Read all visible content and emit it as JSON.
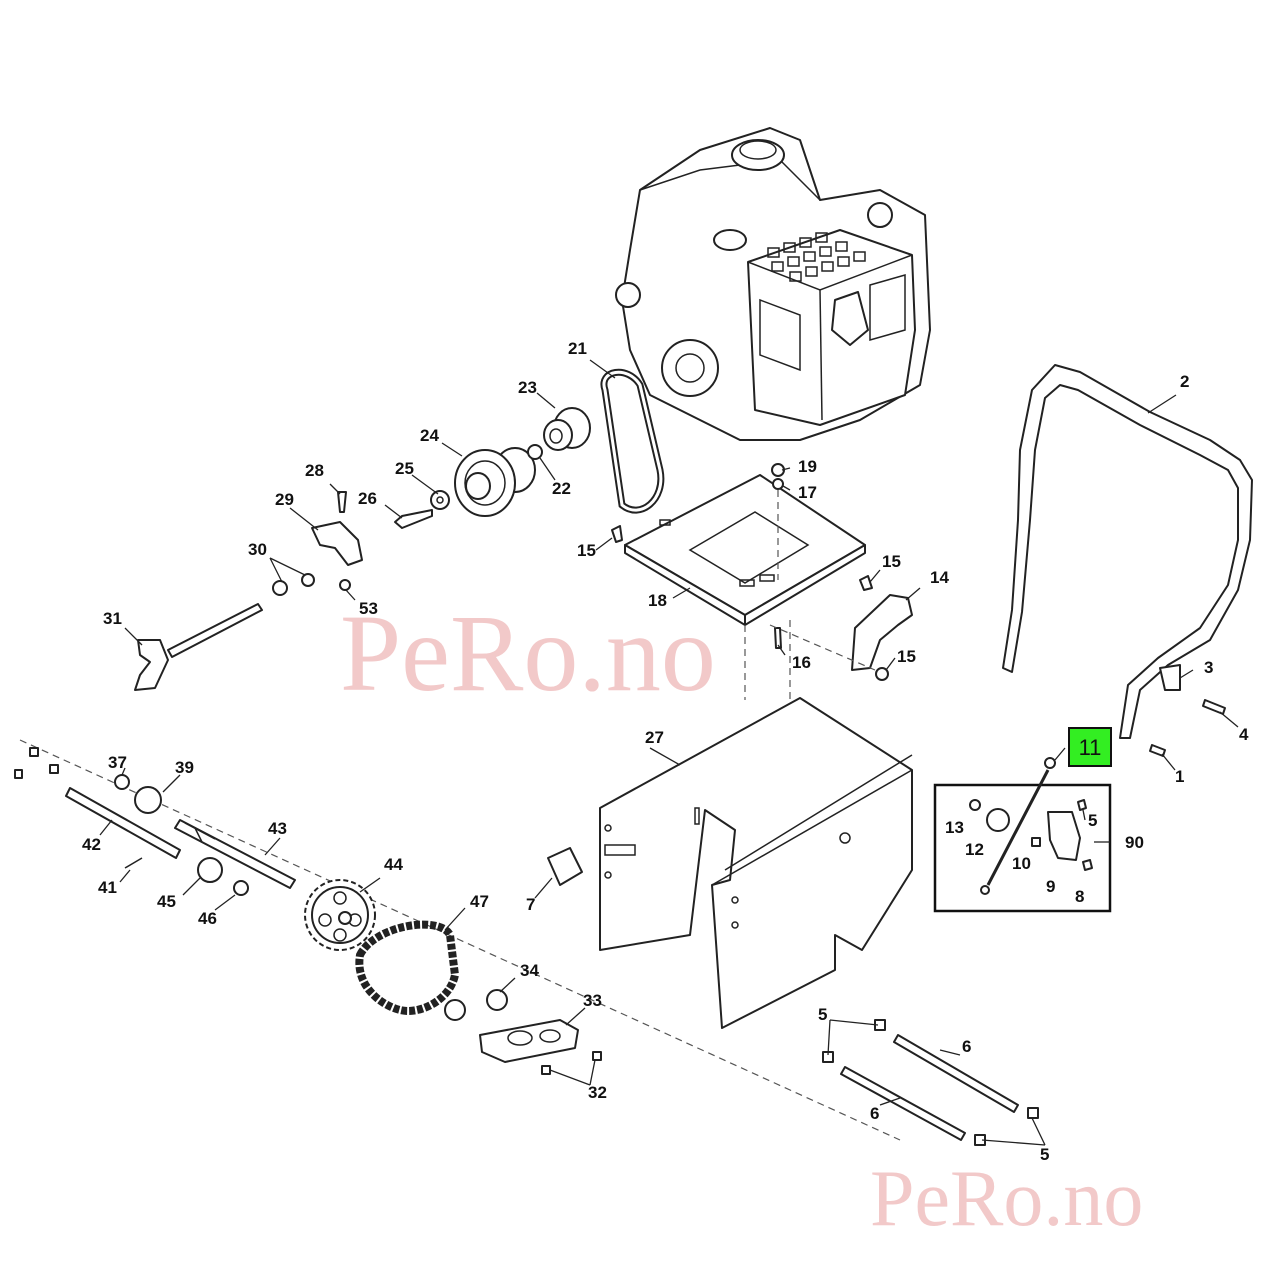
{
  "watermark": {
    "center_text": "PeRo.no",
    "corner_text": "PeRo.no"
  },
  "highlight": {
    "label": "11",
    "color": "#33ee22",
    "border": "#111111"
  },
  "callouts": {
    "c1": "1",
    "c2": "2",
    "c3": "3",
    "c4": "4",
    "c5a": "5",
    "c5b": "5",
    "c5c": "5",
    "c6a": "6",
    "c6b": "6",
    "c7": "7",
    "c8": "8",
    "c9": "9",
    "c10": "10",
    "c12": "12",
    "c13": "13",
    "c14": "14",
    "c15a": "15",
    "c15b": "15",
    "c15c": "15",
    "c16": "16",
    "c17": "17",
    "c18": "18",
    "c19": "19",
    "c21": "21",
    "c22": "22",
    "c23": "23",
    "c24": "24",
    "c25": "25",
    "c26": "26",
    "c27": "27",
    "c28": "28",
    "c29": "29",
    "c30": "30",
    "c31": "31",
    "c32": "32",
    "c33": "33",
    "c34": "34",
    "c37": "37",
    "c39": "39",
    "c41": "41",
    "c42": "42",
    "c43": "43",
    "c44": "44",
    "c45": "45",
    "c46": "46",
    "c47": "47",
    "c53": "53",
    "c90": "90"
  }
}
